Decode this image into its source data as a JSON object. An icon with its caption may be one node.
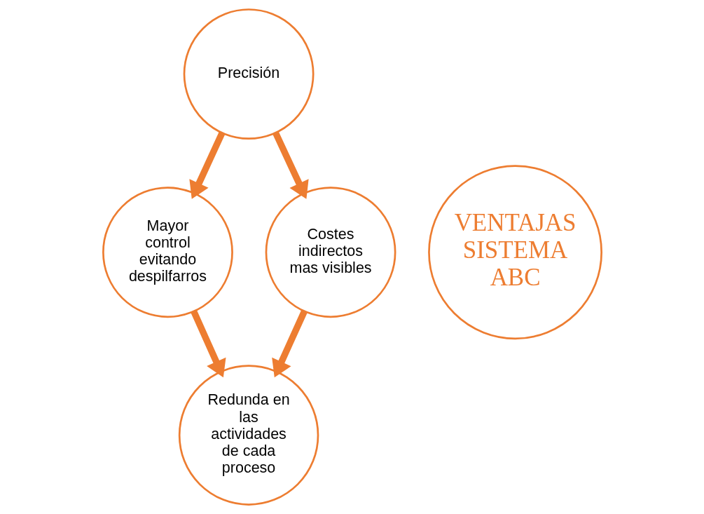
{
  "diagram": {
    "nodes": [
      {
        "text": [
          "Precisión"
        ]
      },
      {
        "text": [
          "Mayor control evitando despilfarros"
        ]
      },
      {
        "text": [
          "VENTAJAS SISTEMA ABC"
        ]
      },
      {
        "text": [
          "Costes indirectos mas visibles"
        ]
      },
      {
        "text": [
          "Redunda en las actividades de cada proceso"
        ]
      }
    ],
    "edges": [
      {
        "from": 0,
        "to": 1,
        "arrow": "to"
      },
      {
        "from": 0,
        "to": 3,
        "arrow": "to"
      },
      {
        "from": 1,
        "to": 4,
        "arrow": "to"
      },
      {
        "from": 3,
        "to": 4,
        "arrow": "to"
      }
    ]
  }
}
